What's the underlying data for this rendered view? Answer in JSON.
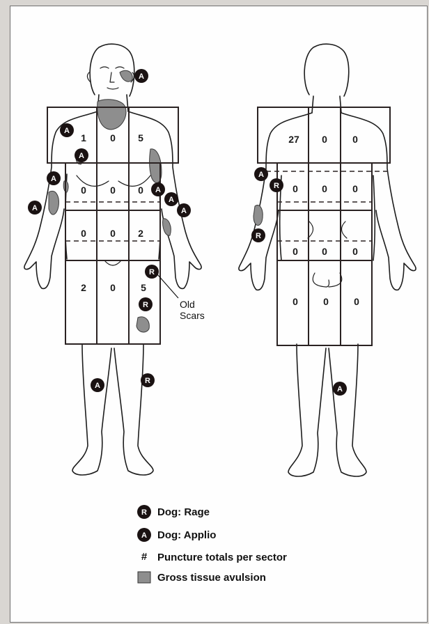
{
  "front": {
    "sector_counts": [
      "1",
      "0",
      "5",
      "0",
      "0",
      "0",
      "0",
      "0",
      "2",
      "2",
      "0",
      "5"
    ],
    "scar_label_line1": "Old",
    "scar_label_line2": "Scars"
  },
  "back": {
    "sector_counts": [
      "27",
      "0",
      "0",
      "0",
      "0",
      "0",
      "0",
      "0",
      "0",
      "0",
      "0",
      "0"
    ]
  },
  "badges": {
    "rage_letter": "R",
    "applo_letter": "A"
  },
  "legend": {
    "rage": "Dog: Rage",
    "applo": "Dog: Applio",
    "puncture_symbol": "#",
    "puncture": "Puncture totals per sector",
    "avulsion": "Gross tissue avulsion"
  },
  "colors": {
    "badge_fill": "#1a1212",
    "avulsion_fill": "#8e8e8e",
    "outline": "#1d1d1d"
  }
}
